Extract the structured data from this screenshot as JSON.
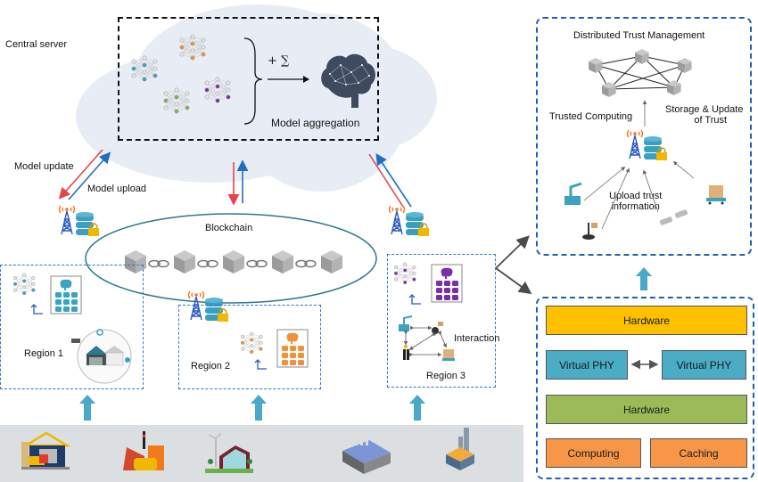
{
  "central": {
    "label": "Central server",
    "aggregation_label": "Model aggregation",
    "sum_symbol": "+ ∑"
  },
  "links": {
    "model_update": "Model update",
    "model_upload": "Model upload"
  },
  "blockchain": {
    "label": "Blockchain",
    "block_count": 5
  },
  "regions": [
    {
      "label": "Region 1",
      "accent": "#3aa3c0"
    },
    {
      "label": "Region 2",
      "accent": "#f0913a"
    },
    {
      "label": "Region 3",
      "accent": "#7a2fa8",
      "interaction_label": "Interaction"
    }
  ],
  "trust": {
    "title": "Distributed Trust Management",
    "trusted_computing": "Trusted Computing",
    "storage_update_line1": "Storage & Update",
    "storage_update_line2": "of Trust",
    "upload_line1": "Upload trust",
    "upload_line2": "information"
  },
  "stack": {
    "top_hardware": "Hardware",
    "virtual_phy_left": "Virtual PHY",
    "virtual_phy_right": "Virtual PHY",
    "bottom_hardware": "Hardware",
    "computing": "Computing",
    "caching": "Caching"
  },
  "colors": {
    "update_arrow": "#e8434a",
    "upload_arrow": "#1d6fc4",
    "teal_arrow": "#4aa8c8",
    "hardware_top": "#ffc000",
    "virtual_phy": "#4bacc6",
    "hardware_bottom": "#9bbb59",
    "compute_cache": "#f79646"
  },
  "industry_icons": [
    "warehouse-icon",
    "refinery-icon",
    "wind-house-icon",
    "factory-icon",
    "chimney-plant-icon"
  ]
}
